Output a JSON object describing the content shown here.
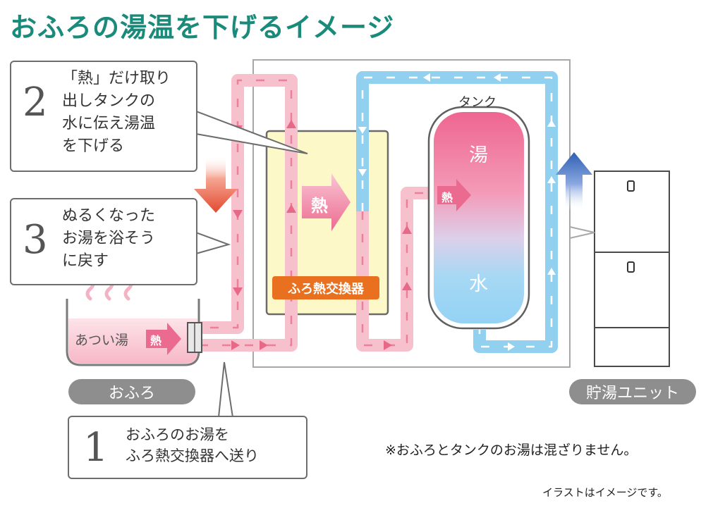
{
  "title": "おふろの湯温を下げるイメージ",
  "callouts": [
    {
      "number": "2",
      "text": "「熱」だけ取り\n出しタンクの\n水に伝え湯温\nを下げる"
    },
    {
      "number": "3",
      "text": "ぬるくなった\nお湯を浴そう\nに戻す"
    },
    {
      "number": "1",
      "text": "おふろのお湯を\nふろ熱交換器へ送り"
    }
  ],
  "labels": {
    "bath_water": "あつい湯",
    "heat": "熱",
    "bath": "おふろ",
    "heat_exchanger": "ふろ熱交換器",
    "tank": "タンク",
    "tank_hot": "湯",
    "tank_cold": "水",
    "storage_unit": "貯湯ユニット"
  },
  "notes": {
    "no_mixing": "※おふろとタンクのお湯は混ざりません。",
    "illustration": "イラストはイメージです。"
  },
  "colors": {
    "title": "#1a8a7a",
    "pink_pipe": "#f5b8c8",
    "pink_arrow": "#e86888",
    "blue_pipe": "#8fd0f0",
    "exchanger_fill": "#fcf8c8",
    "exchanger_label": "#e8701e",
    "down_arrow": "#e8503a",
    "up_arrow": "#3a68b8",
    "pill": "#8e8e8e"
  }
}
